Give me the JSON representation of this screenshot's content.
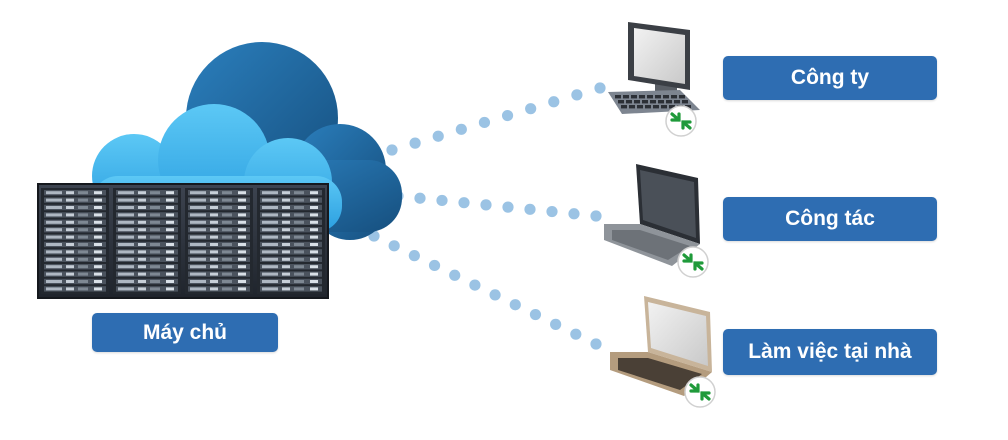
{
  "server_label": "Máy chủ",
  "destinations": [
    {
      "label": "Công ty",
      "device": "desktop-computer-icon"
    },
    {
      "label": "Công tác",
      "device": "laptop-icon"
    },
    {
      "label": "Làm việc tại nhà",
      "device": "laptop-icon"
    }
  ],
  "colors": {
    "label_bg": "#2e6db2",
    "cloud_light": "#3fb0ec",
    "cloud_dark": "#1e5f93",
    "dots": "#9bc3e4",
    "remote_badge": "#1f9a3a"
  },
  "icons": {
    "cloud": "cloud-icon",
    "server_rack": "server-rack-icon",
    "remote_badge": "remote-desktop-badge-icon"
  }
}
